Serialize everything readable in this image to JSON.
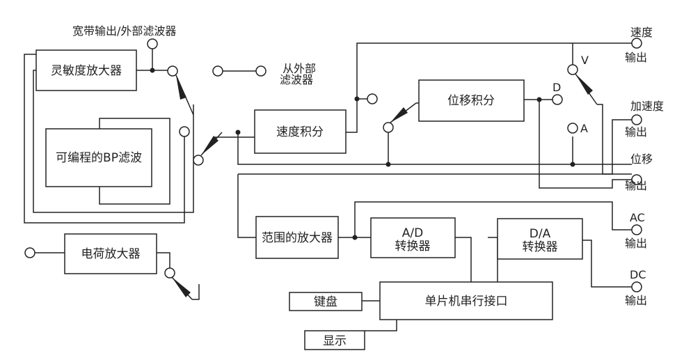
{
  "blocks": {
    "sensitivity_amp": "灵敏度放大器",
    "programmable_bp": "可编程的BP滤波",
    "charge_amp": "电荷放大器",
    "velocity_integral": "速度积分",
    "displacement_integral": "位移积分",
    "range_amp": "范围的放大器",
    "adc_line1": "A/D",
    "adc_line2": "转换器",
    "dac_line1": "D/A",
    "dac_line2": "转换器",
    "keyboard": "键盘",
    "mcu_serial": "单片机串行接口",
    "display": "显示"
  },
  "labels": {
    "broadband_out": "宽带输出/外部滤波器",
    "from_external_1": "从外部",
    "from_external_2": "滤波器",
    "velocity_1": "速度",
    "velocity_2": "输出",
    "accel_1": "加速度",
    "accel_2": "输出",
    "disp_1": "位移",
    "disp_2": "输出",
    "ac_1": "AC",
    "ac_2": "输出",
    "dc_1": "DC",
    "dc_2": "输出",
    "switch_v": "V",
    "switch_d": "D",
    "switch_a": "A"
  }
}
